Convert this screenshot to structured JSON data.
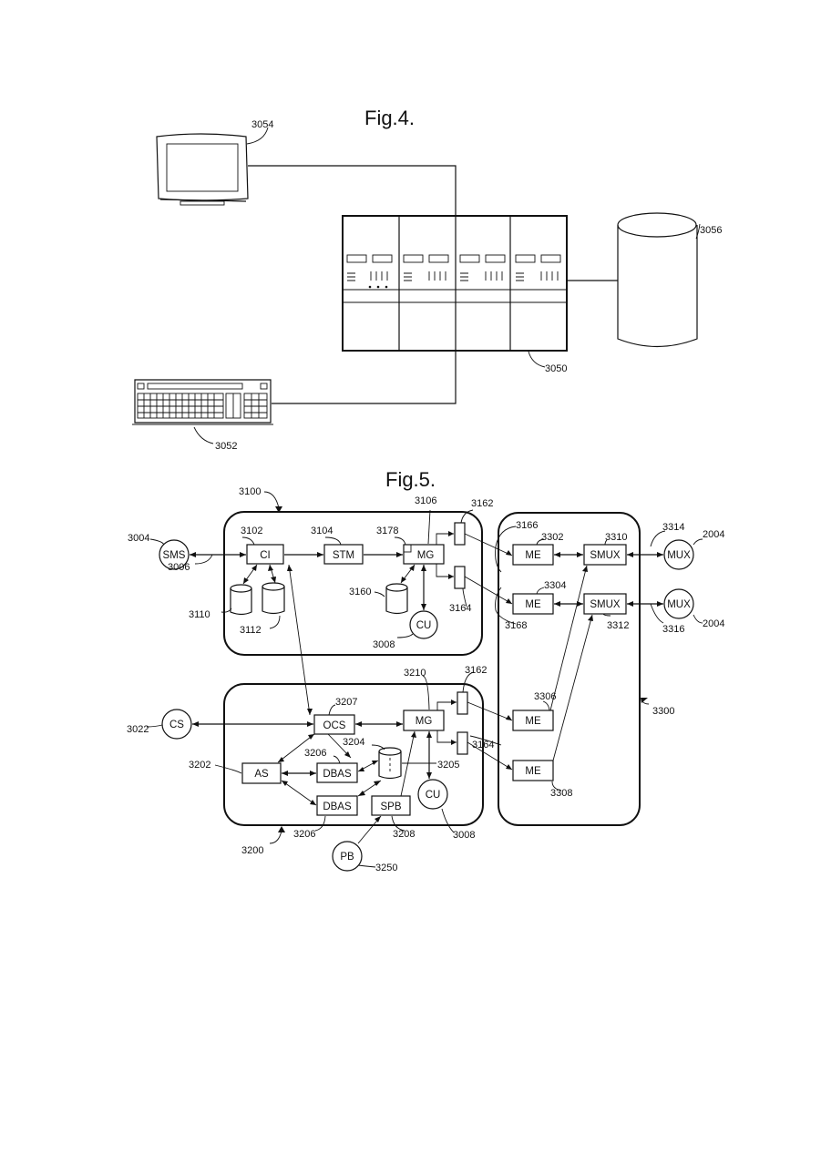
{
  "fig4": {
    "title": "Fig.4.",
    "refs": {
      "monitor": "3054",
      "computer": "3050",
      "database": "3056",
      "keyboard": "3052"
    }
  },
  "fig5": {
    "title": "Fig.5.",
    "blocks": {
      "sms": "SMS",
      "ci": "CI",
      "stm": "STM",
      "mg1": "MG",
      "cu1": "CU",
      "me1": "ME",
      "me2": "ME",
      "smux1": "SMUX",
      "smux2": "SMUX",
      "mux1": "MUX",
      "mux2": "MUX",
      "cs": "CS",
      "ocs": "OCS",
      "mg2": "MG",
      "as": "AS",
      "dbas1": "DBAS",
      "dbas2": "DBAS",
      "spb": "SPB",
      "cu2": "CU",
      "pb": "PB",
      "me3": "ME",
      "me4": "ME"
    },
    "refs": {
      "r3100": "3100",
      "r3004": "3004",
      "r3006": "3006",
      "r3102": "3102",
      "r3104": "3104",
      "r3106": "3106",
      "r3178": "3178",
      "r3162a": "3162",
      "r3166": "3166",
      "r3302": "3302",
      "r3310": "3310",
      "r3314": "3314",
      "r2004a": "2004",
      "r3110": "3110",
      "r3112": "3112",
      "r3160": "3160",
      "r3164a": "3164",
      "r3304": "3304",
      "r3312": "3312",
      "r3316": "3316",
      "r2004b": "2004",
      "r3168": "3168",
      "r3008a": "3008",
      "r3210": "3210",
      "r3162b": "3162",
      "r3207": "3207",
      "r3022": "3022",
      "r3306": "3306",
      "r3300": "3300",
      "r3206a": "3206",
      "r3204": "3204",
      "r3205": "3205",
      "r3164b": "3164",
      "r3202": "3202",
      "r3308": "3308",
      "r3206b": "3206",
      "r3208": "3208",
      "r3008b": "3008",
      "r3200": "3200",
      "r3250": "3250"
    }
  },
  "colors": {
    "ink": "#111111",
    "paper": "#ffffff"
  }
}
